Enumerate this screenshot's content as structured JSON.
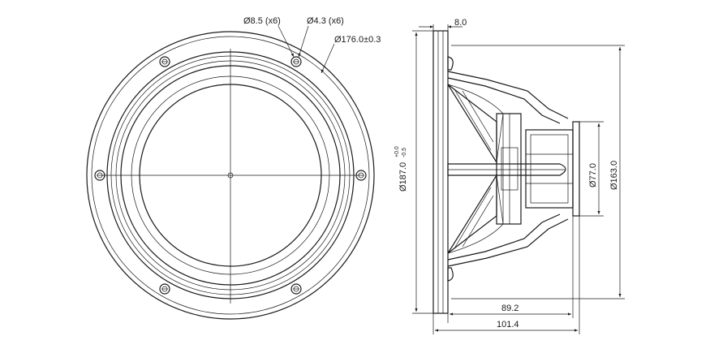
{
  "labels": {
    "hole_large": "Ø8.5 (x6)",
    "hole_small": "Ø4.3 (x6)",
    "bolt_circle": "Ø176.0±0.3",
    "outer_diameter": "Ø187.0",
    "outer_tol_plus": "+0.0",
    "outer_tol_minus": "-0.5",
    "flange_thickness": "8.0",
    "magnet_diameter": "Ø77.0",
    "basket_diameter": "Ø163.0",
    "mount_depth": "89.2",
    "total_depth": "101.4"
  },
  "colors": {
    "line": "#1a1a1a",
    "face_fill": "#f2f2f2",
    "cone_fill": "#d9d9d9",
    "magnet_fill": "#bdbdbd"
  }
}
